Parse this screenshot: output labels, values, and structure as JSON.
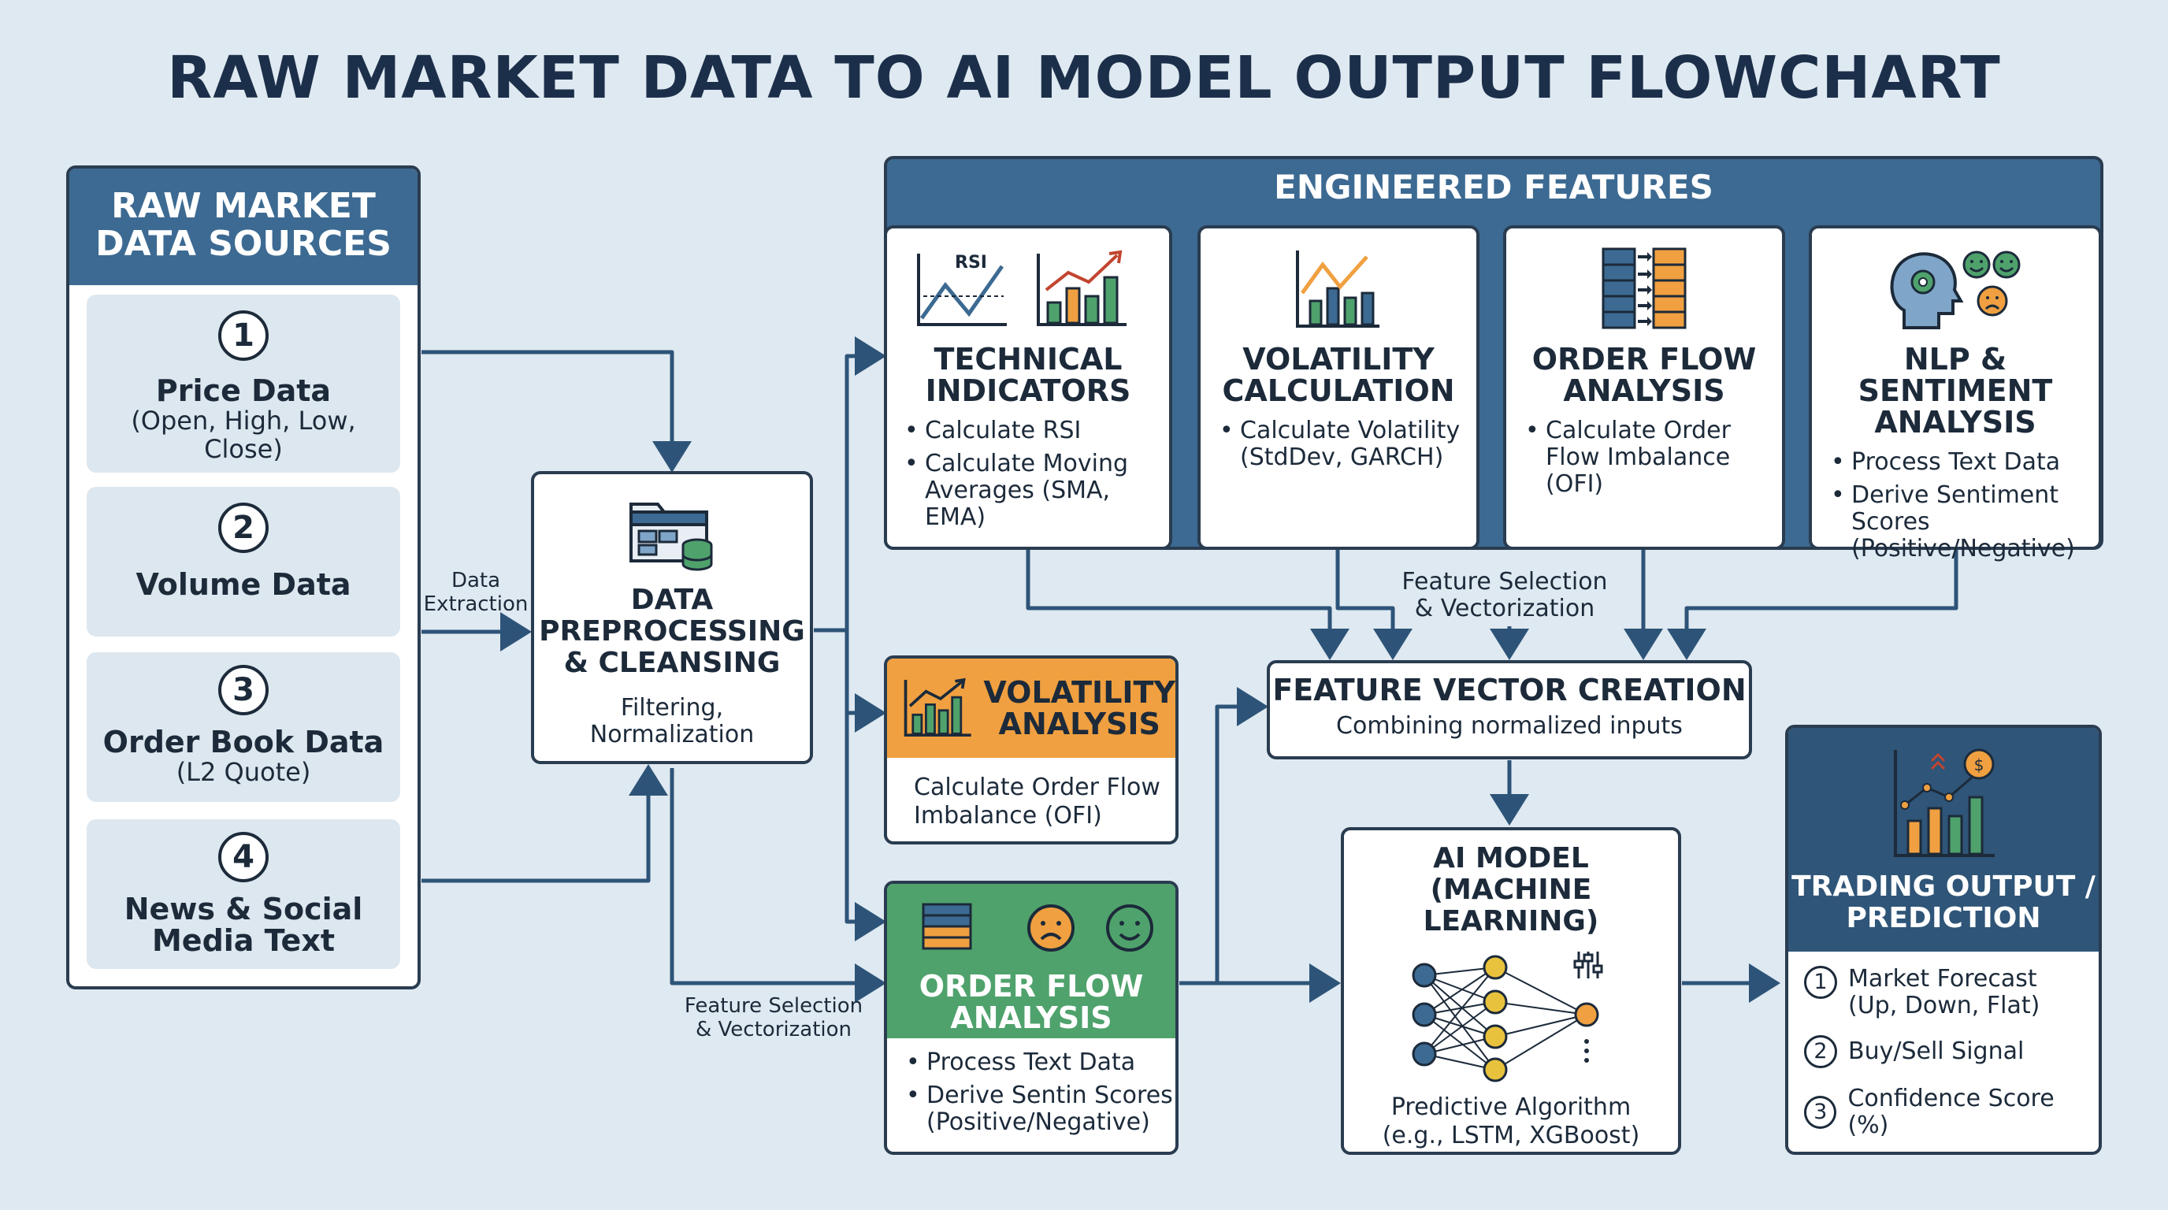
{
  "title": "RAW MARKET DATA TO AI MODEL OUTPUT FLOWCHART",
  "sources": {
    "header": [
      "RAW MARKET",
      "DATA SOURCES"
    ],
    "items": [
      {
        "num": "1",
        "title": "Price Data",
        "sub": [
          "(Open, High, Low,",
          "Close)"
        ]
      },
      {
        "num": "2",
        "title": "Volume Data",
        "sub": []
      },
      {
        "num": "3",
        "title": "Order Book Data",
        "sub": [
          "(L2 Quote)"
        ]
      },
      {
        "num": "4",
        "title": "News & Social",
        "title2": "Media Text",
        "sub": []
      }
    ]
  },
  "labels": {
    "data_extraction": [
      "Data",
      "Extraction"
    ],
    "feature_selection_top": [
      "Feature Selection",
      "& Vectorization"
    ],
    "feature_selection_bottom": [
      "Feature Selection",
      "& Vectorization"
    ]
  },
  "preprocessing": {
    "title": [
      "DATA",
      "PREPROCESSING",
      "& CLEANSING"
    ],
    "sub": [
      "Filtering,",
      "Normalization"
    ]
  },
  "engineered": {
    "header": "ENGINEERED FEATURES",
    "cards": [
      {
        "title": [
          "TECHNICAL",
          "INDICATORS"
        ],
        "icon_label": "RSI",
        "bullets": [
          [
            "Calculate RSI"
          ],
          [
            "Calculate Moving",
            "Averages (SMA,",
            "EMA)"
          ]
        ]
      },
      {
        "title": [
          "VOLATILITY",
          "CALCULATION"
        ],
        "bullets": [
          [
            "Calculate Volatility",
            "(StdDev, GARCH)"
          ]
        ]
      },
      {
        "title": [
          "ORDER FLOW",
          "ANALYSIS"
        ],
        "bullets": [
          [
            "Calculate Order",
            "Flow Imbalance",
            "(OFI)"
          ]
        ]
      },
      {
        "title": [
          "NLP & SENTIMENT",
          "ANALYSIS"
        ],
        "bullets": [
          [
            "Process Text Data"
          ],
          [
            "Derive Sentiment",
            "Scores",
            "(Positive/Negative)"
          ]
        ]
      }
    ]
  },
  "volatility_analysis": {
    "title": [
      "VOLATILITY",
      "ANALYSIS"
    ],
    "body": [
      "Calculate Order Flow",
      "Imbalance (OFI)"
    ]
  },
  "order_flow_analysis": {
    "title": [
      "ORDER FLOW",
      "ANALYSIS"
    ],
    "bullets": [
      [
        "Process Text Data"
      ],
      [
        "Derive Sentin Scores",
        "(Positive/Negative)"
      ]
    ]
  },
  "feature_vector": {
    "title": "FEATURE VECTOR CREATION",
    "sub": "Combining normalized inputs"
  },
  "ai_model": {
    "title": [
      "AI MODEL",
      "(MACHINE LEARNING)"
    ],
    "sub": [
      "Predictive Algorithm",
      "(e.g., LSTM, XGBoost)"
    ]
  },
  "output": {
    "title": [
      "TRADING OUTPUT /",
      "PREDICTION"
    ],
    "items": [
      {
        "num": "1",
        "text": [
          "Market Forecast",
          "(Up, Down, Flat)"
        ]
      },
      {
        "num": "2",
        "text": [
          "Buy/Sell Signal"
        ]
      },
      {
        "num": "3",
        "text": [
          "Confidence Score (%)"
        ]
      }
    ]
  },
  "colors": {
    "background": "#dfe9f1",
    "header_blue": "#3c6a92",
    "dark_blue": "#2f5578",
    "orange": "#f0a040",
    "green": "#4fa26c",
    "arrow": "#2d5478"
  }
}
